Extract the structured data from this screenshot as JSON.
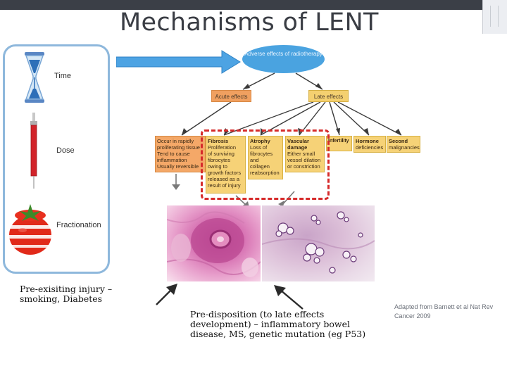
{
  "title": "Mechanisms of LENT",
  "factors": [
    {
      "label": "Time",
      "icon": "hourglass-icon"
    },
    {
      "label": "Dose",
      "icon": "syringe-icon"
    },
    {
      "label": "Fractionation",
      "icon": "tomato-icon"
    }
  ],
  "diagram": {
    "root": "Adverse effects of radiotherapy",
    "acute": "Acute effects",
    "late": "Late effects",
    "acute_detail": {
      "lines": [
        "Occur in rapidly",
        "proliferating tissue",
        "Tend to cause",
        "inflammation",
        "Usually reversible"
      ]
    },
    "fibrosis": {
      "heading": "Fibrosis",
      "lines": [
        "Proliferation",
        "of surviving",
        "fibrocytes",
        "owing to",
        "growth factors",
        "released as a",
        "result of injury"
      ]
    },
    "atrophy": {
      "heading": "Atrophy",
      "lines": [
        "Loss of",
        "fibrocytes",
        "and",
        "collagen",
        "reabsorption"
      ]
    },
    "vascular": {
      "heading": "Vascular",
      "lines": [
        "damage",
        "Either small",
        "vessel dilation",
        "or constriction"
      ]
    },
    "infertility": {
      "heading": "Infertility"
    },
    "hormone": {
      "heading": "Hormone",
      "lines": [
        "deficiencies"
      ]
    },
    "malignancies": {
      "heading": "Second",
      "lines": [
        "malignancies"
      ]
    }
  },
  "captions": {
    "left": "Pre-exisiting injury – smoking, Diabetes",
    "right": "Pre-disposition (to late effects development) – inflammatory bowel disease, MS, genetic mutation (eg P53)"
  },
  "source": "Adapted from Barnett et al Nat Rev Cancer 2009",
  "colors": {
    "title": "#3a3d44",
    "panel_border": "#8eb8dc",
    "root_node": "#4aa3e0",
    "acute": "#f0a060",
    "late": "#f4d070",
    "dashed_highlight": "#d62a2a",
    "flow_arrow": "#4da3e3"
  }
}
